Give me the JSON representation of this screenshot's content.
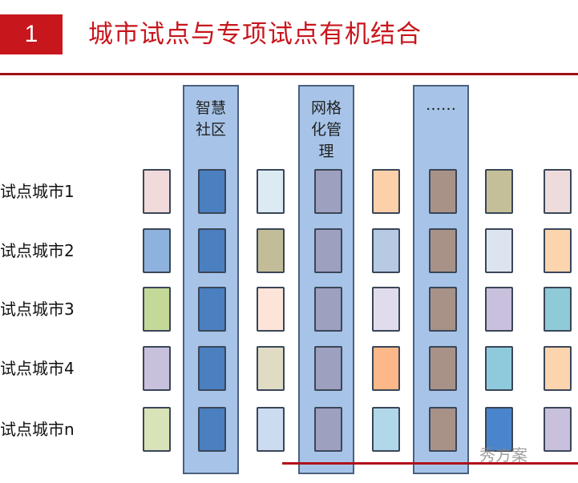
{
  "header": {
    "number": "1",
    "title": "城市试点与专项试点有机结合"
  },
  "bands": [
    {
      "label": "智慧\n社区"
    },
    {
      "label": "网格\n化管\n理"
    },
    {
      "label": "……"
    }
  ],
  "rows": [
    "试点城市1",
    "试点城市2",
    "试点城市3",
    "试点城市4",
    "试点城市n"
  ],
  "grid_colors": [
    [
      "#f0dada",
      "#4a7fc0",
      "#dceaf4",
      "#9ea0c0",
      "#fcd0a8",
      "#a89288",
      "#c4bf98",
      "#eedcdc"
    ],
    [
      "#8eb2de",
      "#4a7fc0",
      "#c2bc98",
      "#9ea0c0",
      "#b6cae4",
      "#a89288",
      "#dce4f0",
      "#fcd4ae"
    ],
    [
      "#c4d898",
      "#4a7fc0",
      "#fde4d8",
      "#9ea0c0",
      "#e0dcec",
      "#a89288",
      "#c8c0dc",
      "#8ecad8"
    ],
    [
      "#c8c0dc",
      "#4a7fc0",
      "#e0dcc4",
      "#9ea0c0",
      "#fcb888",
      "#a89288",
      "#8ecadc",
      "#fcd4ae"
    ],
    [
      "#d8e4b8",
      "#4a7fc0",
      "#ccdcf0",
      "#9ea0c0",
      "#b0d8e8",
      "#a89288",
      "#4a84cc",
      "#c8c0dc"
    ]
  ],
  "watermark": "秀方案"
}
